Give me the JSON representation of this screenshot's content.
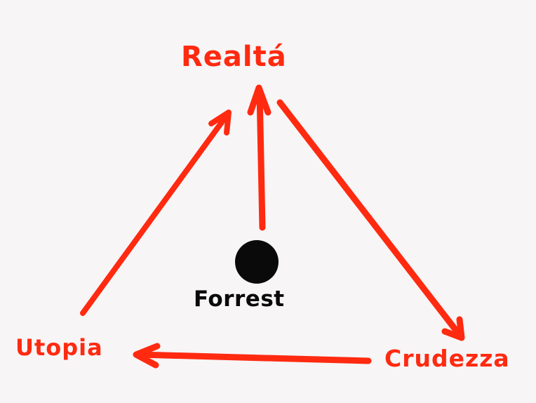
{
  "colors": {
    "accent": "#ff2a10",
    "ink": "#0a0a0a",
    "paper": "#f7f5f6"
  },
  "nodes": {
    "top": "Realtá",
    "left": "Utopia",
    "right": "Crudezza"
  },
  "center": {
    "label": "Forrest"
  },
  "edges": [
    {
      "from": "Utopia",
      "to": "Realtá"
    },
    {
      "from": "Forrest",
      "to": "Realtá"
    },
    {
      "from": "Realtá",
      "to": "Crudezza"
    },
    {
      "from": "Crudezza",
      "to": "Utopia"
    }
  ]
}
